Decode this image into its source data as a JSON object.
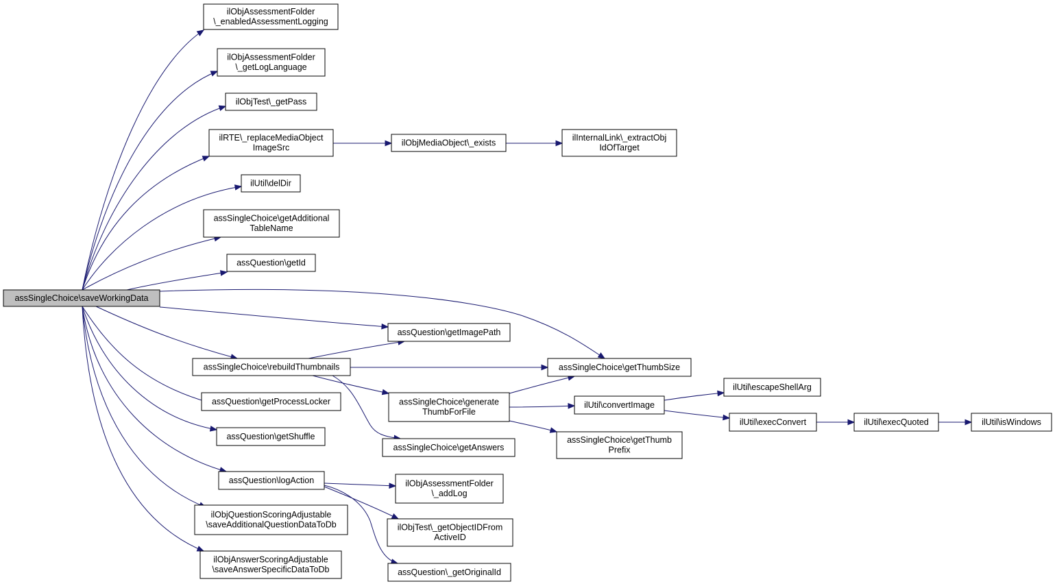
{
  "diagram": {
    "nodes": [
      {
        "id": "root",
        "lines": [
          "assSingleChoice\\saveWorkingData"
        ],
        "root": true
      },
      {
        "id": "n1",
        "lines": [
          "ilObjAssessmentFolder",
          "\\_enabledAssessmentLogging"
        ]
      },
      {
        "id": "n2",
        "lines": [
          "ilObjAssessmentFolder",
          "\\_getLogLanguage"
        ]
      },
      {
        "id": "n3",
        "lines": [
          "ilObjTest\\_getPass"
        ]
      },
      {
        "id": "n4",
        "lines": [
          "ilRTE\\_replaceMediaObject",
          "ImageSrc"
        ]
      },
      {
        "id": "n5",
        "lines": [
          "ilObjMediaObject\\_exists"
        ]
      },
      {
        "id": "n6",
        "lines": [
          "ilInternalLink\\_extractObj",
          "IdOfTarget"
        ]
      },
      {
        "id": "n7",
        "lines": [
          "ilUtil\\delDir"
        ]
      },
      {
        "id": "n8",
        "lines": [
          "assSingleChoice\\getAdditional",
          "TableName"
        ]
      },
      {
        "id": "n9",
        "lines": [
          "assQuestion\\getId"
        ]
      },
      {
        "id": "n10",
        "lines": [
          "assQuestion\\getImagePath"
        ]
      },
      {
        "id": "n11",
        "lines": [
          "assSingleChoice\\rebuildThumbnails"
        ]
      },
      {
        "id": "n12",
        "lines": [
          "assSingleChoice\\getThumbSize"
        ]
      },
      {
        "id": "n13",
        "lines": [
          "assSingleChoice\\generate",
          "ThumbForFile"
        ]
      },
      {
        "id": "n14",
        "lines": [
          "ilUtil\\convertImage"
        ]
      },
      {
        "id": "n15",
        "lines": [
          "ilUtil\\escapeShellArg"
        ]
      },
      {
        "id": "n16",
        "lines": [
          "ilUtil\\execConvert"
        ]
      },
      {
        "id": "n17",
        "lines": [
          "ilUtil\\execQuoted"
        ]
      },
      {
        "id": "n18",
        "lines": [
          "ilUtil\\isWindows"
        ]
      },
      {
        "id": "n19",
        "lines": [
          "assSingleChoice\\getThumb",
          "Prefix"
        ]
      },
      {
        "id": "n20",
        "lines": [
          "assSingleChoice\\getAnswers"
        ]
      },
      {
        "id": "n21",
        "lines": [
          "assQuestion\\getProcessLocker"
        ]
      },
      {
        "id": "n22",
        "lines": [
          "assQuestion\\getShuffle"
        ]
      },
      {
        "id": "n23",
        "lines": [
          "assQuestion\\logAction"
        ]
      },
      {
        "id": "n24",
        "lines": [
          "ilObjAssessmentFolder",
          "\\_addLog"
        ]
      },
      {
        "id": "n25",
        "lines": [
          "ilObjTest\\_getObjectIDFrom",
          "ActiveID"
        ]
      },
      {
        "id": "n26",
        "lines": [
          "assQuestion\\_getOriginalId"
        ]
      },
      {
        "id": "n27",
        "lines": [
          "ilObjQuestionScoringAdjustable",
          "\\saveAdditionalQuestionDataToDb"
        ]
      },
      {
        "id": "n28",
        "lines": [
          "ilObjAnswerScoringAdjustable",
          "\\saveAnswerSpecificDataToDb"
        ]
      }
    ],
    "edges": [
      [
        "root",
        "n1"
      ],
      [
        "root",
        "n2"
      ],
      [
        "root",
        "n3"
      ],
      [
        "root",
        "n4"
      ],
      [
        "root",
        "n7"
      ],
      [
        "root",
        "n8"
      ],
      [
        "root",
        "n9"
      ],
      [
        "root",
        "n12"
      ],
      [
        "root",
        "n10"
      ],
      [
        "root",
        "n11"
      ],
      [
        "root",
        "n21"
      ],
      [
        "root",
        "n22"
      ],
      [
        "root",
        "n23"
      ],
      [
        "root",
        "n27"
      ],
      [
        "root",
        "n28"
      ],
      [
        "n4",
        "n5"
      ],
      [
        "n5",
        "n6"
      ],
      [
        "n11",
        "n10"
      ],
      [
        "n11",
        "n12"
      ],
      [
        "n11",
        "n13"
      ],
      [
        "n11",
        "n20"
      ],
      [
        "n13",
        "n12"
      ],
      [
        "n13",
        "n14"
      ],
      [
        "n13",
        "n19"
      ],
      [
        "n14",
        "n15"
      ],
      [
        "n14",
        "n16"
      ],
      [
        "n16",
        "n17"
      ],
      [
        "n17",
        "n18"
      ],
      [
        "n23",
        "n24"
      ],
      [
        "n23",
        "n25"
      ],
      [
        "n23",
        "n26"
      ]
    ]
  }
}
